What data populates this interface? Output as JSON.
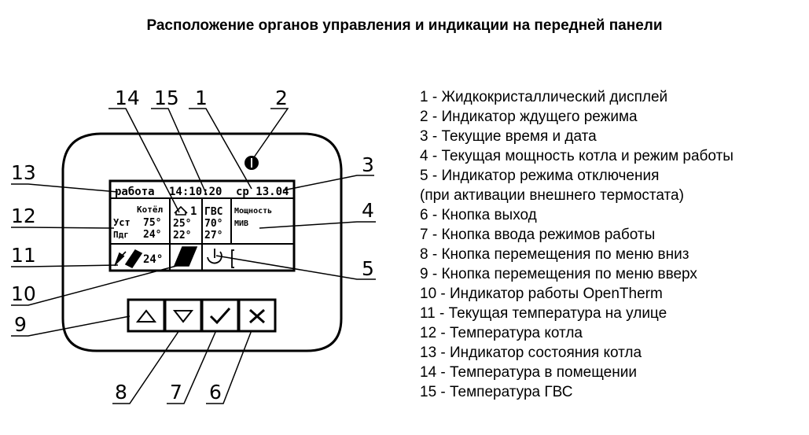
{
  "title": "Расположение органов управления и индикации на передней панели",
  "legend": [
    "1 - Жидкокристаллический дисплей",
    "2 - Индикатор ждущего режима",
    "3 - Текущие время и дата",
    "4 - Текущая мощность котла и режим работы",
    "5 - Индикатор режима отключения",
    "(при активации внешнего термостата)",
    "6 - Кнопка выход",
    "7 - Кнопка ввода режимов работы",
    "8 - Кнопка перемещения по меню вниз",
    "9 - Кнопка перемещения по меню вверх",
    "10 - Индикатор работы OpenTherm",
    "11 - Текущая температура на улице",
    "12 - Температура котла",
    "13 - Индикатор состояния котла",
    "14 - Температура в помещении",
    "15 - Температура ГВС"
  ],
  "callouts": {
    "c1": "1",
    "c2": "2",
    "c3": "3",
    "c4": "4",
    "c5": "5",
    "c6": "6",
    "c7": "7",
    "c8": "8",
    "c9": "9",
    "c10": "10",
    "c11": "11",
    "c12": "12",
    "c13": "13",
    "c14": "14",
    "c15": "15"
  },
  "lcd": {
    "status": "работа",
    "time": "14:10:20",
    "date": "ср 13.04",
    "boiler_label": "Котёл",
    "boiler_mode": "1",
    "set_label": "Уст",
    "set_value": "75°",
    "supply_label": "Пдг",
    "supply_value": "24°",
    "room_set": "25°",
    "room_value": "22°",
    "dhw_label": "ГВС",
    "dhw_set": "70°",
    "dhw_value": "27°",
    "power_label": "Мощность",
    "power_value": "МИВ",
    "outdoor_temp": "24°"
  }
}
